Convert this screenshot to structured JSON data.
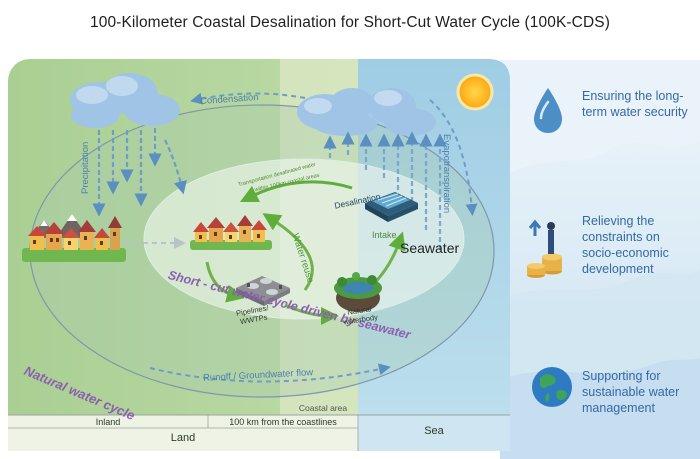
{
  "title": "100-Kilometer Coastal Desalination for Short-Cut Water Cycle (100K-CDS)",
  "zones": {
    "coastal_area": "Coastal area",
    "inland": "Inland",
    "hundred_km": "100 km from the coastlines",
    "land": "Land",
    "sea": "Sea"
  },
  "natural_cycle": {
    "condensation": "Condensation",
    "precipitation": "Precipitation",
    "evapotranspiration": "Evapotranspiration",
    "runoff": "Runoff / Groundwater flow",
    "label": "Natural water cycle"
  },
  "short_cut": {
    "label": "Short - cut water cycle driven by seawater",
    "desalination": "Desalination",
    "intake": "Intake",
    "seawater": "Seawater",
    "water_reuse": "Water reuse",
    "natural_waterbody": "Natural waterbody",
    "pipelines": "Pipelines/ WWTPs",
    "transport_1": "Transportation desalinated water",
    "transport_2": "within 100km coastal areas"
  },
  "benefits": [
    {
      "icon": "water-drop-icon",
      "text": "Ensuring the long-term water security"
    },
    {
      "icon": "growth-coins-icon",
      "text": "Relieving the constraints on socio-economic development"
    },
    {
      "icon": "globe-icon",
      "text": "Supporting for sustainable water management"
    }
  ],
  "colors": {
    "land": "#b5d6a1",
    "coast": "#d8e6c2",
    "sea": "#a6d1e6",
    "dark_arrow": "#4d86b8",
    "green_arrow": "#6fb24a",
    "purple": "#8c5fb0",
    "benefit_text": "#3469a7"
  }
}
